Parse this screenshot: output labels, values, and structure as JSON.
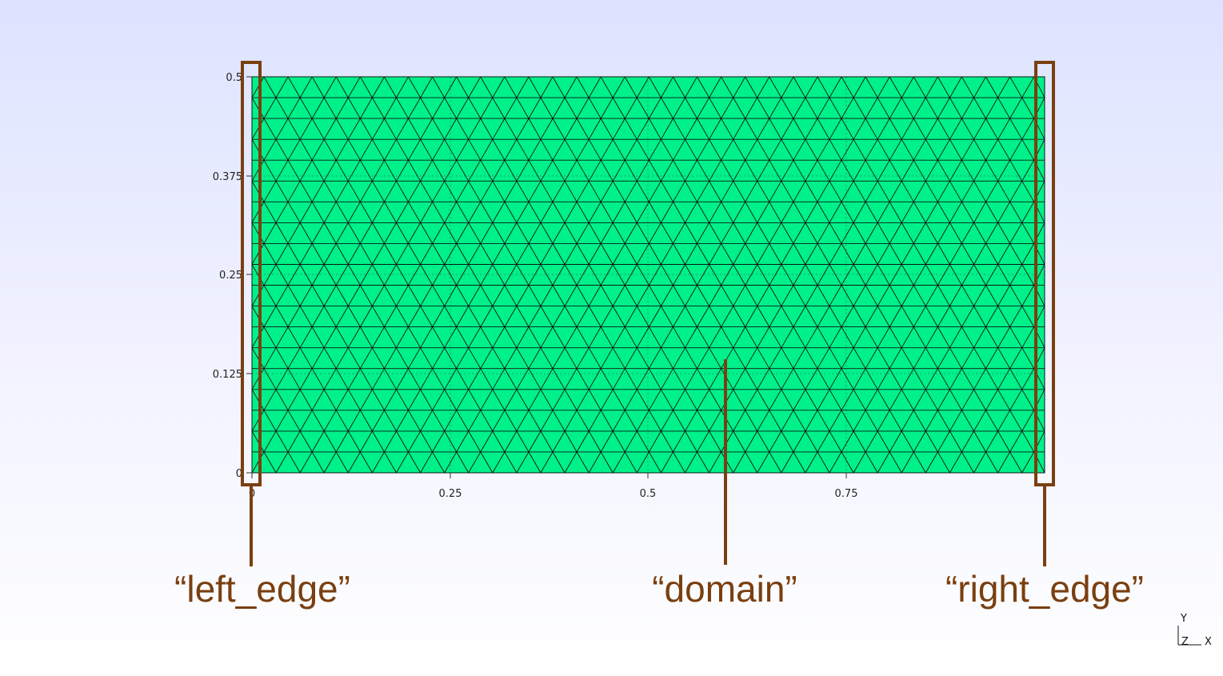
{
  "plot": {
    "x_ticks": [
      "0",
      "0.25",
      "0.5",
      "0.75"
    ],
    "y_ticks": [
      "0",
      "0.125",
      "0.25",
      "0.375",
      "0.5"
    ],
    "mesh_color": "#00f08a",
    "annotation_color": "#7a3f10"
  },
  "labels": {
    "left_edge": "“left_edge”",
    "domain": "“domain”",
    "right_edge": "“right_edge”"
  },
  "orientation": {
    "y": "Y",
    "z": "Z",
    "x": "X"
  }
}
